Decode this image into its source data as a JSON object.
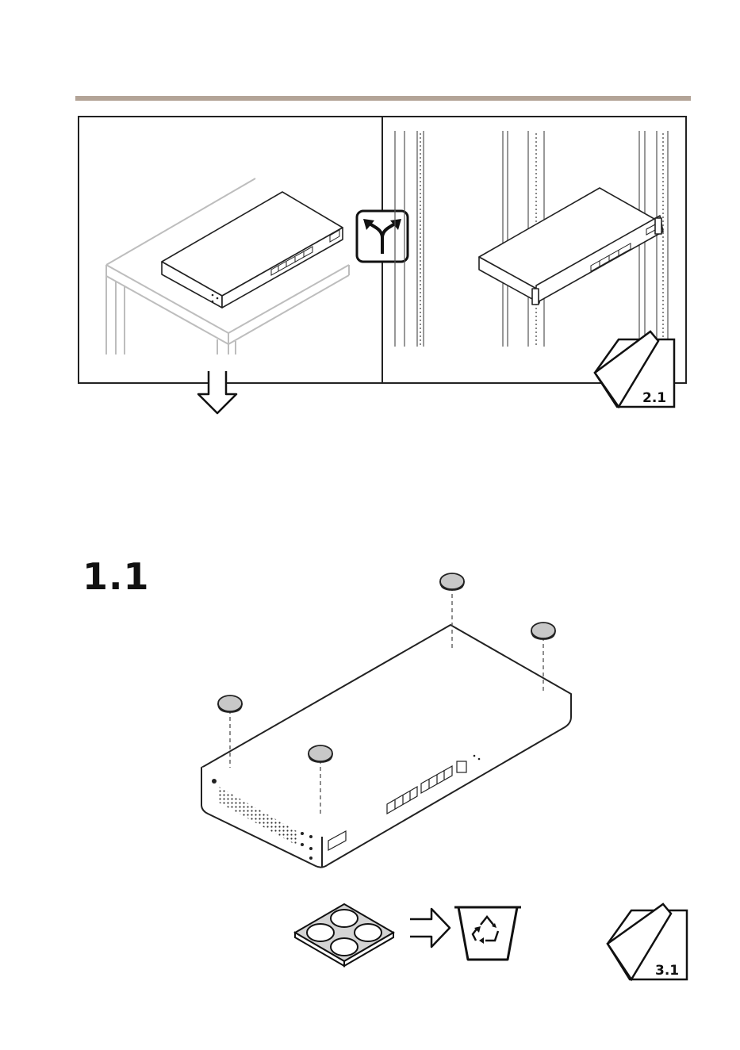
{
  "step": {
    "number": "1.1"
  },
  "page_refs": {
    "rack_mount": "2.1",
    "next_step": "3.1"
  },
  "icons": {
    "choice": "fork-arrow-icon",
    "down": "down-arrow-icon",
    "right": "right-arrow-icon",
    "recycle": "recycle-bin-icon",
    "page_turn": "page-turn-icon"
  },
  "colors": {
    "rule": "#b3a497",
    "line": "#222222",
    "light_line": "#bdbdbd",
    "pad_fill": "#c8c8c8"
  }
}
